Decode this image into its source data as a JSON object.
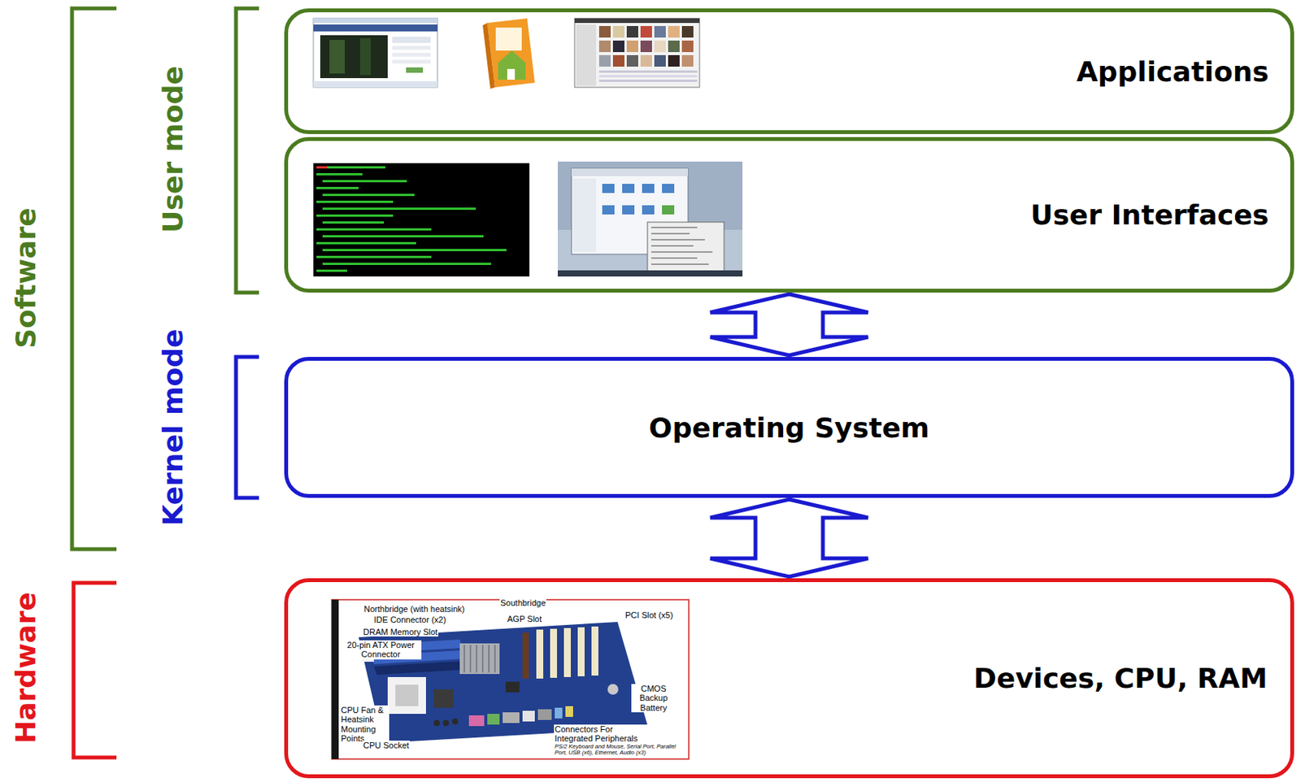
{
  "diagram": {
    "nodes": [
      {
        "text": [
          "Applications"
        ]
      },
      {
        "text": [
          "User Interfaces"
        ]
      },
      {
        "text": [
          "Operating System"
        ]
      },
      {
        "text": [
          "Devices, CPU, RAM"
        ]
      }
    ],
    "edges": [
      {
        "from": 1,
        "to": 2,
        "arrow": "both"
      },
      {
        "from": 2,
        "to": 3,
        "arrow": "both"
      }
    ],
    "labels": [
      "Software",
      "User mode",
      "Kernel mode",
      "Hardware",
      "Northbridge (with heatsink)",
      "Southbridge",
      "IDE Connector (x2)",
      "AGP Slot",
      "PCI Slot (x5)",
      "DRAM Memory Slot",
      "20-pin ATX Power Connector",
      "CMOS Backup Battery",
      "CPU Fan & Heatsink Mounting Points",
      "CPU Socket",
      "Connectors For Integrated Peripherals",
      "PS/2 Keyboard and Mouse, Serial Port, Parallel Port, USB (x6), Ethernet, Audio (x3)"
    ]
  }
}
